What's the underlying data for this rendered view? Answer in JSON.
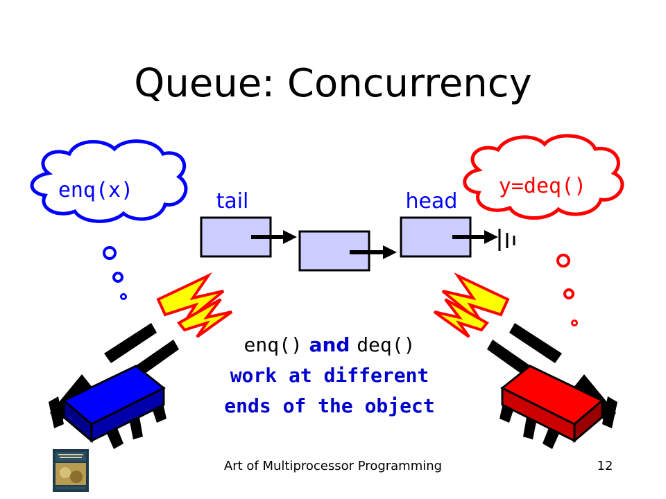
{
  "title": "Queue: Concurrency",
  "bubbles": {
    "left": {
      "text": "enq(x)",
      "color": "#0000ff",
      "outline": "#0000ff"
    },
    "right": {
      "text": "y=deq()",
      "color": "#ff0000",
      "outline": "#ff0000"
    }
  },
  "pointers": {
    "tail": "tail",
    "head": "head"
  },
  "colors": {
    "node_fill": "#ccccff",
    "left_thread": "#0000ff",
    "right_thread": "#ff0000",
    "lightning_fill": "#ffff00",
    "lightning_stroke": "#ff0000",
    "caption_blue": "#0000cc"
  },
  "caption": {
    "line1_a": "enq()",
    "line1_and": "and",
    "line1_b": "deq()",
    "line2": "work at different",
    "line3": "ends of the object"
  },
  "footer": {
    "text": "Art of Multiprocessor Programming",
    "page": "12",
    "book_icon": "book-cover-icon"
  }
}
